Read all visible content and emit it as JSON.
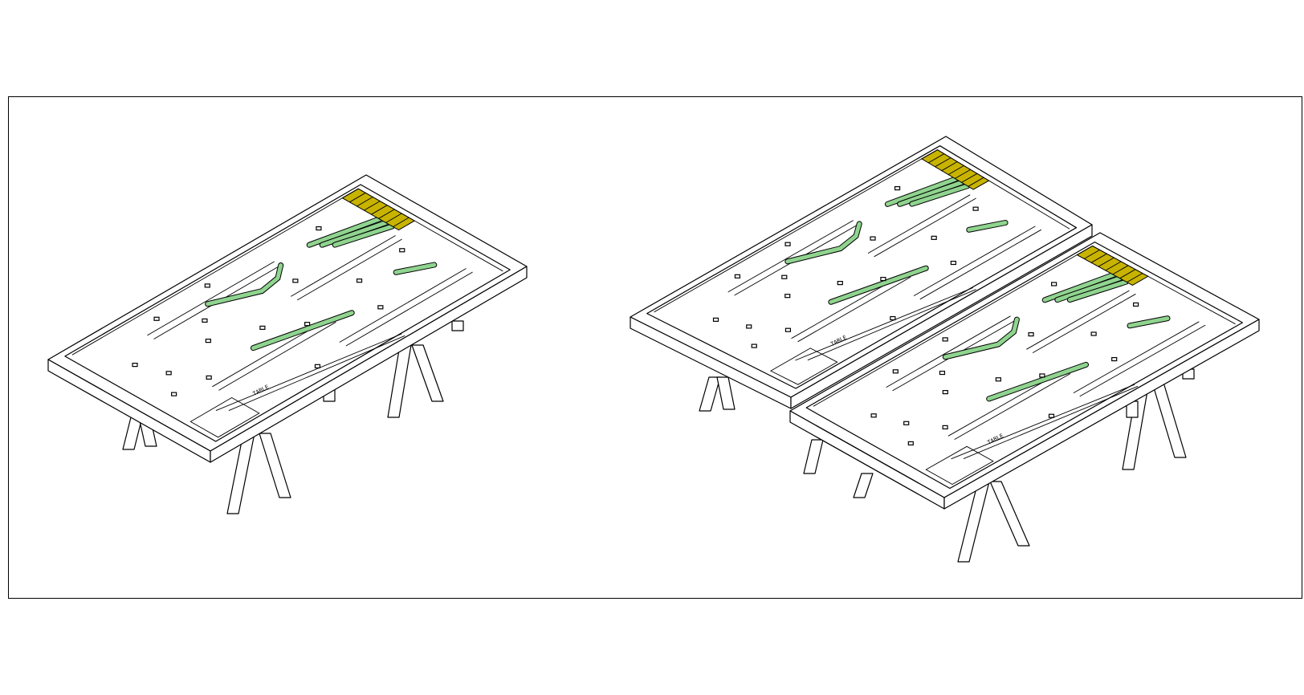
{
  "drawing": {
    "views": [
      {
        "name": "single-table-isometric",
        "board_label": "TABLE"
      },
      {
        "name": "double-table-isometric",
        "board_label": "TABLE"
      }
    ]
  },
  "colors": {
    "line": "#000000",
    "green_track": "#8fd48f",
    "yellow_rack": "#c8b400",
    "background": "#ffffff"
  }
}
